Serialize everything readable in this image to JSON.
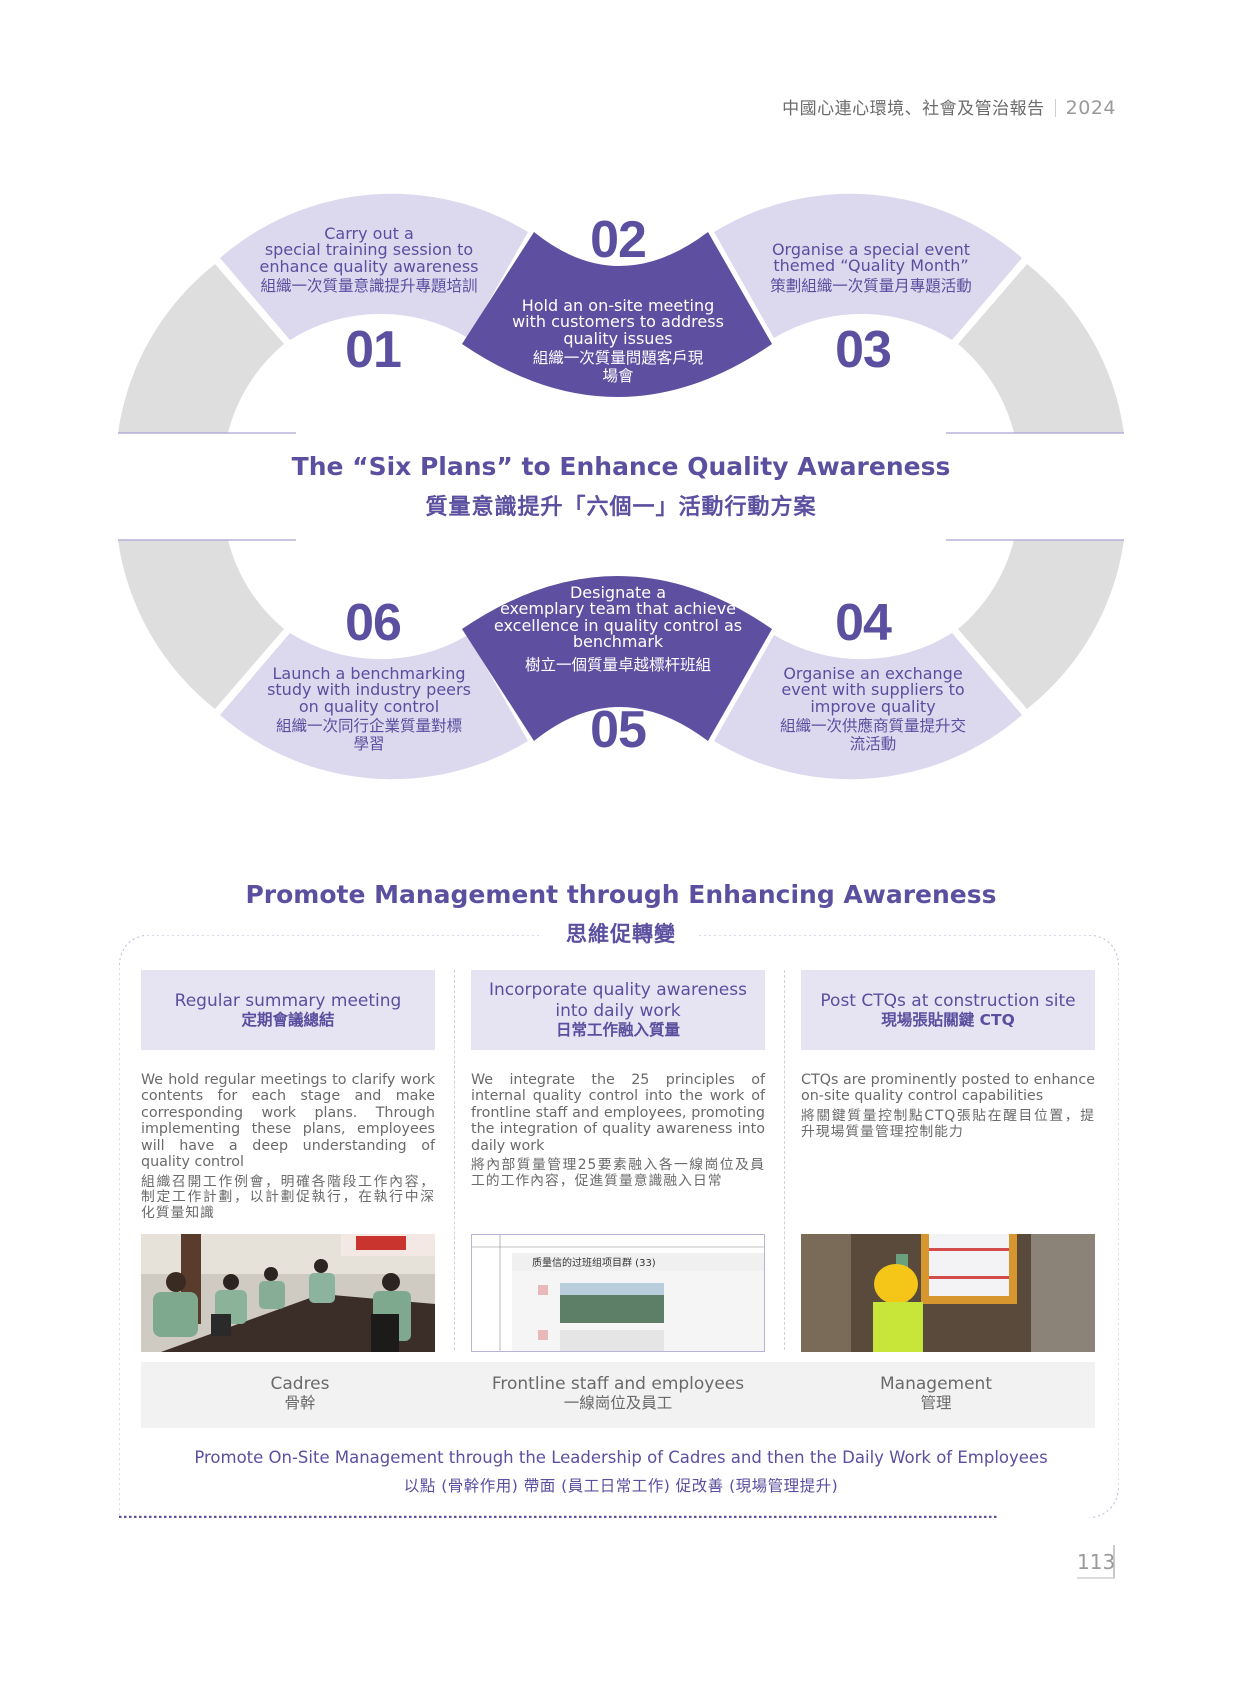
{
  "header": {
    "report_title": "中國心連心環境、社會及管治報告",
    "year": "2024"
  },
  "diagram": {
    "title_en": "The “Six Plans” to Enhance Quality Awareness",
    "title_zh": "質量意識提升「六個一」活動行動方案",
    "colors": {
      "light": "#dcd8ee",
      "dark": "#5e4fa0",
      "grey": "#dedede",
      "accent": "#5b4fa0"
    },
    "plans": [
      {
        "number": "01",
        "en": [
          "Carry out a",
          "special training session to",
          "enhance quality awareness"
        ],
        "zh": "組織一次質量意識提升專題培訓"
      },
      {
        "number": "02",
        "en": [
          "Hold an on-site meeting",
          "with customers to address",
          "quality issues"
        ],
        "zh": "組織一次質量問題客戶現場會"
      },
      {
        "number": "03",
        "en": [
          "Organise a special event",
          "themed “Quality Month”"
        ],
        "zh": "策劃組織一次質量月專題活動"
      },
      {
        "number": "04",
        "en": [
          "Organise an exchange",
          "event with suppliers to",
          "improve quality"
        ],
        "zh": "組織一次供應商質量提升交流活動"
      },
      {
        "number": "05",
        "en": [
          "Designate a",
          "exemplary team that achieve",
          "excellence in quality control as",
          "benchmark"
        ],
        "zh": "樹立一個質量卓越標杆班組"
      },
      {
        "number": "06",
        "en": [
          "Launch a benchmarking",
          "study with industry peers",
          "on quality control"
        ],
        "zh": "組織一次同行企業質量對標學習"
      }
    ]
  },
  "section": {
    "title_en": "Promote Management through Enhancing Awareness",
    "title_zh": "思維促轉變",
    "columns": [
      {
        "head_en": "Regular summary meeting",
        "head_zh": "定期會議總結",
        "body_en": "We hold regular meetings to clarify work contents for each stage and make corresponding work plans. Through implementing these plans, employees will have a deep understanding of quality control",
        "body_zh": "組織召開工作例會，明確各階段工作內容，制定工作計劃，以計劃促執行，在執行中深化質量知識",
        "photo": "meeting-room-photo",
        "role_en": "Cadres",
        "role_zh": "骨幹"
      },
      {
        "head_en": "Incorporate quality awareness into daily work",
        "head_zh": "日常工作融入質量",
        "body_en": "We integrate the 25 principles of internal quality control into the work of frontline staff and employees, promoting the integration of quality awareness into daily work",
        "body_zh": "將內部質量管理25要素融入各一線崗位及員工的工作內容，促進質量意識融入日常",
        "photo": "chat-screenshot",
        "photo_caption": "质量信的过班组项目群 (33)",
        "role_en": "Frontline staff and employees",
        "role_zh": "一線崗位及員工"
      },
      {
        "head_en": "Post CTQs at construction site",
        "head_zh": "現場張貼關鍵 CTQ",
        "body_en": "CTQs are prominently posted to enhance on-site quality control capabilities",
        "body_zh": "將關鍵質量控制點CTQ張貼在醒目位置，提升現場質量管理控制能力",
        "photo": "worker-posting-photo",
        "role_en": "Management",
        "role_zh": "管理"
      }
    ],
    "footer_en": "Promote On-Site Management through the Leadership of Cadres and then the Daily Work of Employees",
    "footer_zh": "以點 (骨幹作用) 帶面 (員工日常工作) 促改善 (現場管理提升)"
  },
  "page_number": "113"
}
